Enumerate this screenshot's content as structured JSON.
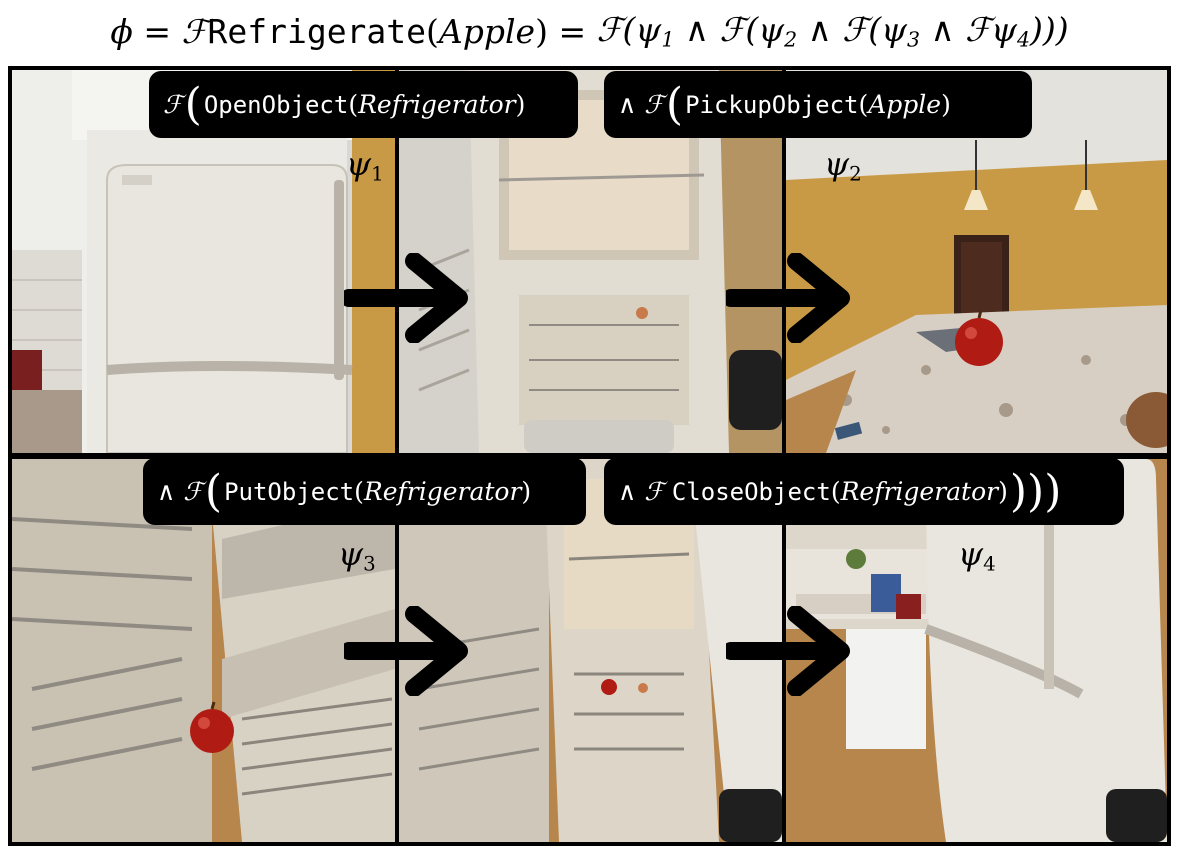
{
  "formula": {
    "phi": "ϕ",
    "eq1": "=",
    "F": "ℱ",
    "task": "Refrigerate",
    "arg_open": "(",
    "arg": "Apple",
    "arg_close": ")",
    "eq2": "=",
    "expansion_a": "ℱ(ψ",
    "s1": "1",
    "expansion_b": " ∧ ℱ(ψ",
    "s2": "2",
    "expansion_c": " ∧ ℱ(ψ",
    "s3": "3",
    "expansion_d": " ∧ ℱψ",
    "s4": "4",
    "expansion_e": ")))"
  },
  "pills": [
    {
      "prefix": "ℱ",
      "paren_open": "(",
      "func": "OpenObject",
      "lp": "(",
      "arg": "Refrigerator",
      "rp": ")",
      "suffix": ""
    },
    {
      "prefix": "∧ ℱ",
      "paren_open": "(",
      "func": "PickupObject",
      "lp": "(",
      "arg": "Apple",
      "rp": ")",
      "suffix": ""
    },
    {
      "prefix": "∧ ℱ",
      "paren_open": "(",
      "func": "PutObject",
      "lp": "(",
      "arg": "Refrigerator",
      "rp": ")",
      "suffix": ""
    },
    {
      "prefix": "∧ ℱ",
      "paren_open": "",
      "func": "CloseObject",
      "lp": "(",
      "arg": "Refrigerator",
      "rp": ")",
      "suffix": ")))"
    }
  ],
  "labels": [
    {
      "psi": "ψ",
      "sub": "1"
    },
    {
      "psi": "ψ",
      "sub": "2"
    },
    {
      "psi": "ψ",
      "sub": "3"
    },
    {
      "psi": "ψ",
      "sub": "4"
    }
  ],
  "colors": {
    "wall_yellow": "#c99a45",
    "fridge_white": "#e9e6df",
    "cabinet_white": "#f2f2f0",
    "wood_floor": "#b7864d",
    "granite": "#d8cfc4",
    "apple_red": "#b01b14",
    "shelf_metal": "#b8b2a8"
  }
}
